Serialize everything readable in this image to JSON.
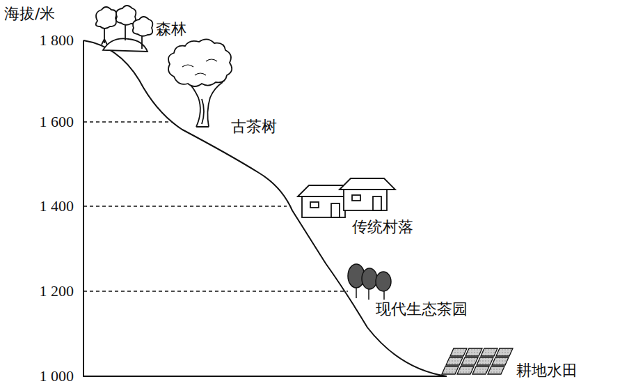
{
  "diagram": {
    "labels": [
      "海拔/米",
      "1 800",
      "1 600",
      "1 400",
      "1 200",
      "1 000",
      "森林",
      "古茶树",
      "传统村落",
      "现代生态茶园",
      "耕地水田"
    ]
  }
}
